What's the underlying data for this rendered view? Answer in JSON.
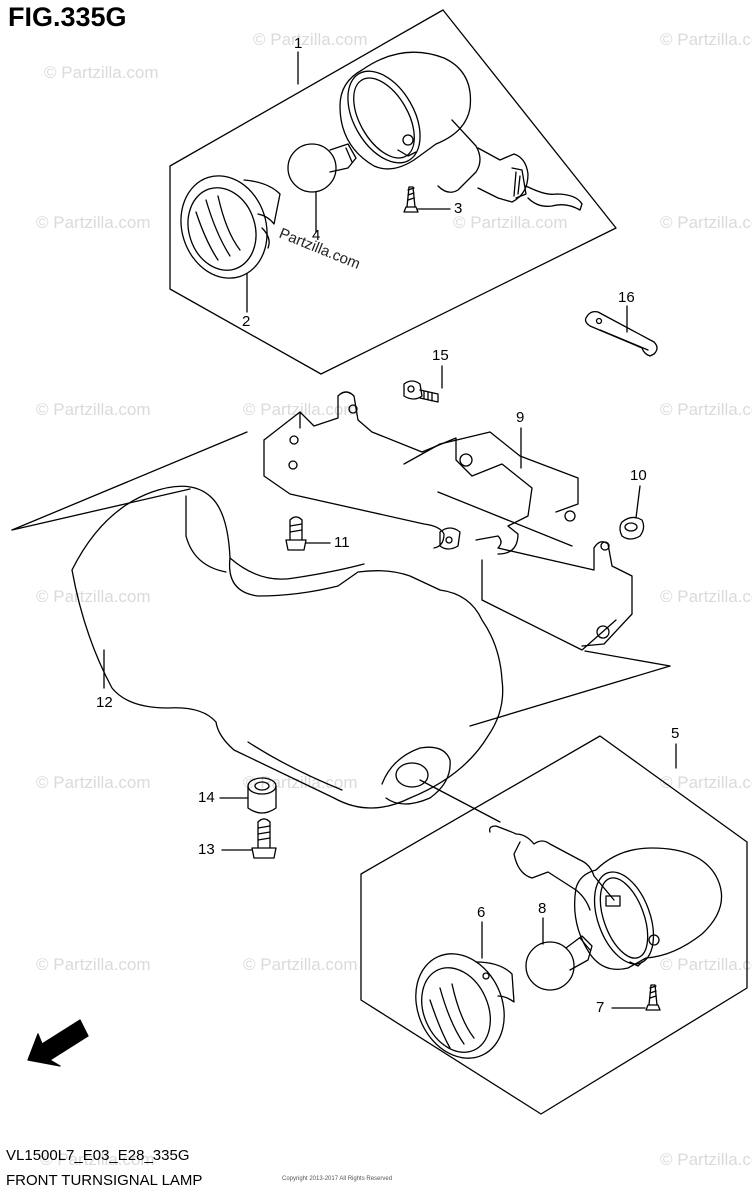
{
  "figure": {
    "title": "FIG.335G",
    "model_code": "VL1500L7_E03_E28_335G",
    "name": "FRONT TURNSIGNAL LAMP",
    "fwd_label": "FWD",
    "inline_watermark": "Partzilla.com",
    "small_print": "Copyright 2013-2017 All Rights Reserved"
  },
  "callouts": [
    "1",
    "2",
    "3",
    "4",
    "5",
    "6",
    "7",
    "8",
    "9",
    "10",
    "11",
    "12",
    "13",
    "14",
    "15",
    "16"
  ],
  "watermark": {
    "text": "© Partzilla.com",
    "color": "#969696"
  },
  "colors": {
    "line": "#000000",
    "background": "#ffffff",
    "watermark": "#c8c8c8"
  }
}
